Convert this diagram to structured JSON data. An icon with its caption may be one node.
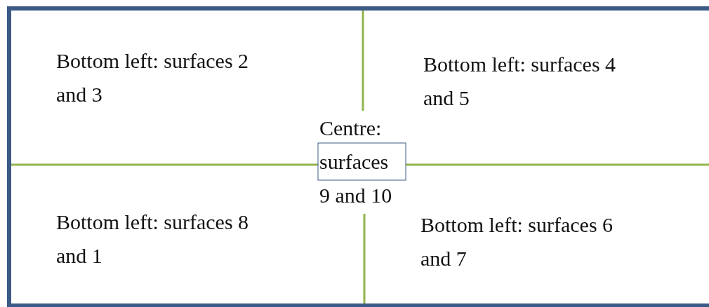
{
  "diagram": {
    "labels": [
      "Bottom left: surfaces 2 and 3",
      "Bottom left: surfaces 4 and 5",
      "Centre: surfaces 9 and 10",
      "Bottom left: surfaces 8 and 1",
      "Bottom left: surfaces 6 and 7"
    ]
  }
}
